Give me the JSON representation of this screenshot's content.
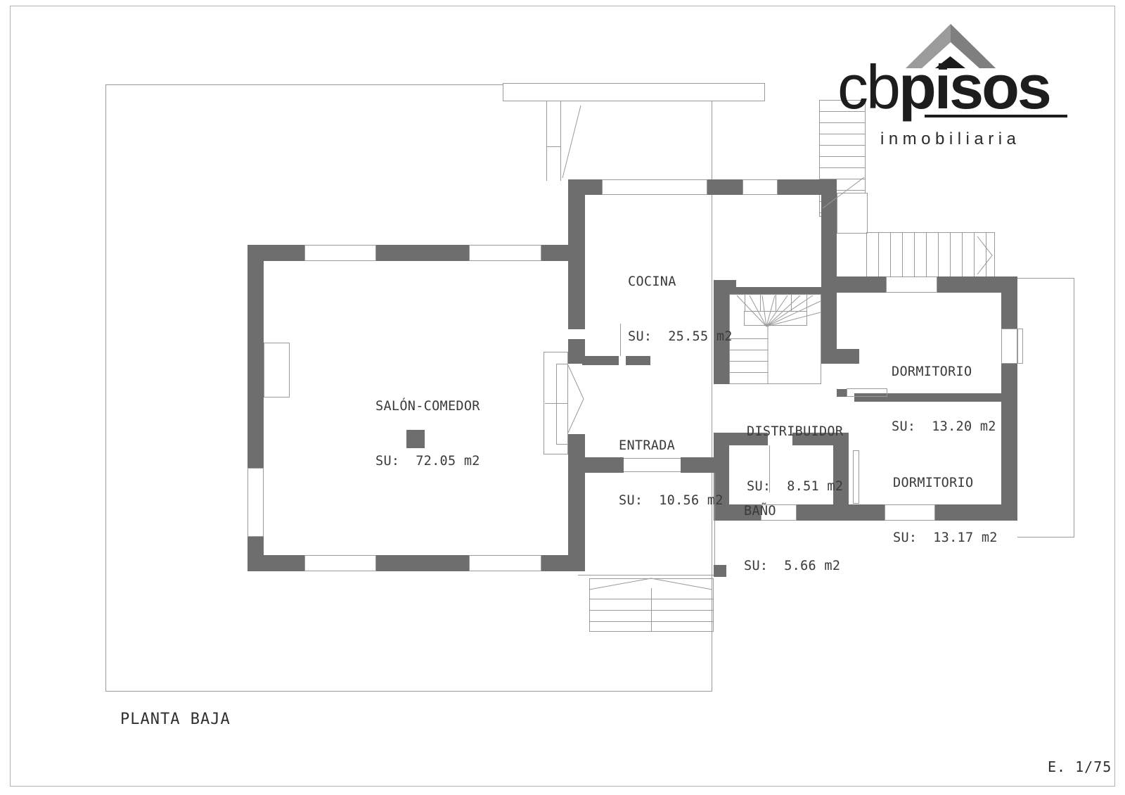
{
  "logo": {
    "brand_light": "cb",
    "brand_bold": "pisos",
    "tagline": "inmobiliaria"
  },
  "rooms": {
    "salon": {
      "name": "SALÓN-COMEDOR",
      "area": "SU:  72.05 m2"
    },
    "cocina": {
      "name": "COCINA",
      "area": "SU:  25.55 m2"
    },
    "entrada": {
      "name": "ENTRADA",
      "area": "SU:  10.56 m2"
    },
    "distribuidor": {
      "name": "DISTRIBUIDOR",
      "area": "SU:  8.51 m2"
    },
    "bano": {
      "name": "BAÑO",
      "area": "SU:  5.66 m2"
    },
    "dormitorio_1": {
      "name": "DORMITORIO",
      "area": "SU:  13.20 m2"
    },
    "dormitorio_2": {
      "name": "DORMITORIO",
      "area": "SU:  13.17 m2"
    }
  },
  "footer": {
    "plan_name": "PLANTA BAJA",
    "scale": "E. 1/75"
  },
  "colors": {
    "wall": "#6e6e6e",
    "thin_line": "#9a9a9a",
    "label_text": "#3a3a3a",
    "logo_ink": "#1d1d1d",
    "roof_light": "#9b9b9b",
    "roof_dark": "#7f7f7f"
  }
}
